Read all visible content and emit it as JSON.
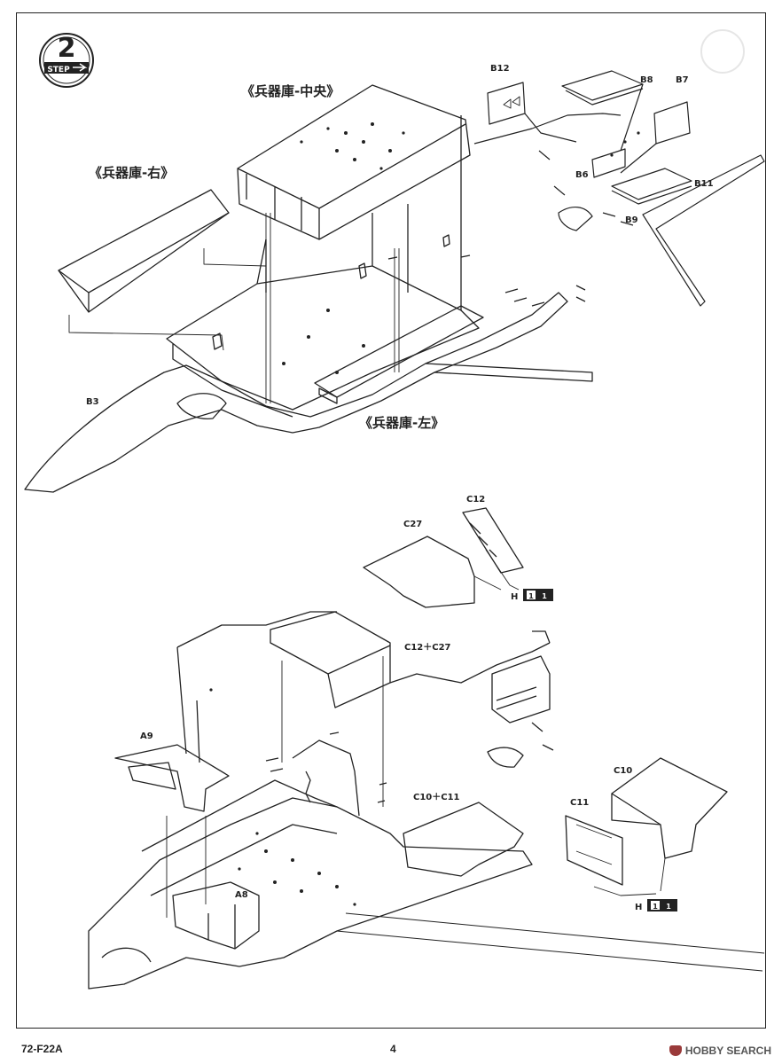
{
  "step": {
    "badge_text": "STEP",
    "number": "2"
  },
  "bays": {
    "center": "《兵器庫-中央》",
    "right": "《兵器庫-右》",
    "left": "《兵器庫-左》"
  },
  "parts": {
    "b12": "B12",
    "b8": "B8",
    "b7": "B7",
    "b6": "B6",
    "b11": "B11",
    "b9": "B9",
    "b3": "B3",
    "c12": "C12",
    "c27": "C27",
    "c12c27": "C12＋C27",
    "a9": "A9",
    "c10c11": "C10＋C11",
    "a8": "A8",
    "c10": "C10",
    "c11": "C11"
  },
  "paint_ref": {
    "letter": "H",
    "code1": "1",
    "code2": "1"
  },
  "footer": {
    "model_code": "72-F22A",
    "page_number": "4",
    "watermark": "HOBBY SEARCH"
  }
}
